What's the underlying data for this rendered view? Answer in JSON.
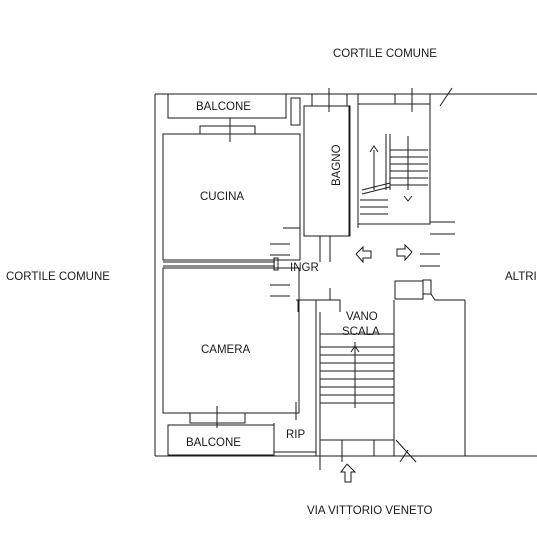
{
  "labels": {
    "cortile_top": "CORTILE COMUNE",
    "cortile_left": "CORTILE COMUNE",
    "altri": "ALTRI",
    "balcone_top": "BALCONE",
    "balcone_bottom": "BALCONE",
    "cucina": "CUCINA",
    "bagno": "BAGNO",
    "ingr": "INGR",
    "camera": "CAMERA",
    "vano": "VANO",
    "scala": "SCALA",
    "rip": "RIP",
    "street": "VIA VITTORIO VENETO"
  },
  "colors": {
    "line": "#1a1a1a",
    "background": "#ffffff"
  }
}
